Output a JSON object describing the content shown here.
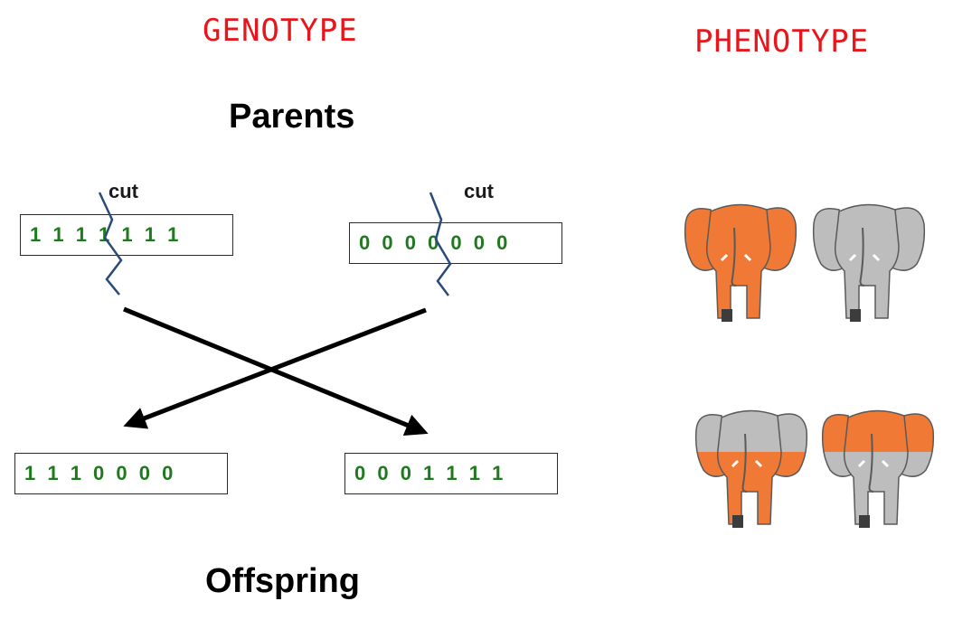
{
  "headings": {
    "genotype": "GENOTYPE",
    "phenotype": "PHENOTYPE",
    "parents": "Parents",
    "offspring": "Offspring"
  },
  "cut_labels": [
    "cut",
    "cut"
  ],
  "parents": [
    {
      "bits": "1 1 1 1 1 1 1"
    },
    {
      "bits": "0 0 0 0 0 0 0"
    }
  ],
  "offspring": [
    {
      "bits": "1 1 1 0 0 0 0"
    },
    {
      "bits": "0 0 0 1 1 1 1"
    }
  ],
  "colors": {
    "heading_red": "#e8161b",
    "bits_green": "#1f7a1f",
    "cut_line_blue": "#2a4a7a",
    "elephant_orange": "#f07a35",
    "elephant_gray": "#bdbdbd",
    "outline": "#555555"
  },
  "phenotype_rows": [
    {
      "name": "parents",
      "elephants": [
        [
          "orange"
        ],
        [
          "gray"
        ]
      ]
    },
    {
      "name": "offspring",
      "elephants": [
        [
          "gray",
          "orange"
        ],
        [
          "orange",
          "gray"
        ]
      ]
    }
  ]
}
